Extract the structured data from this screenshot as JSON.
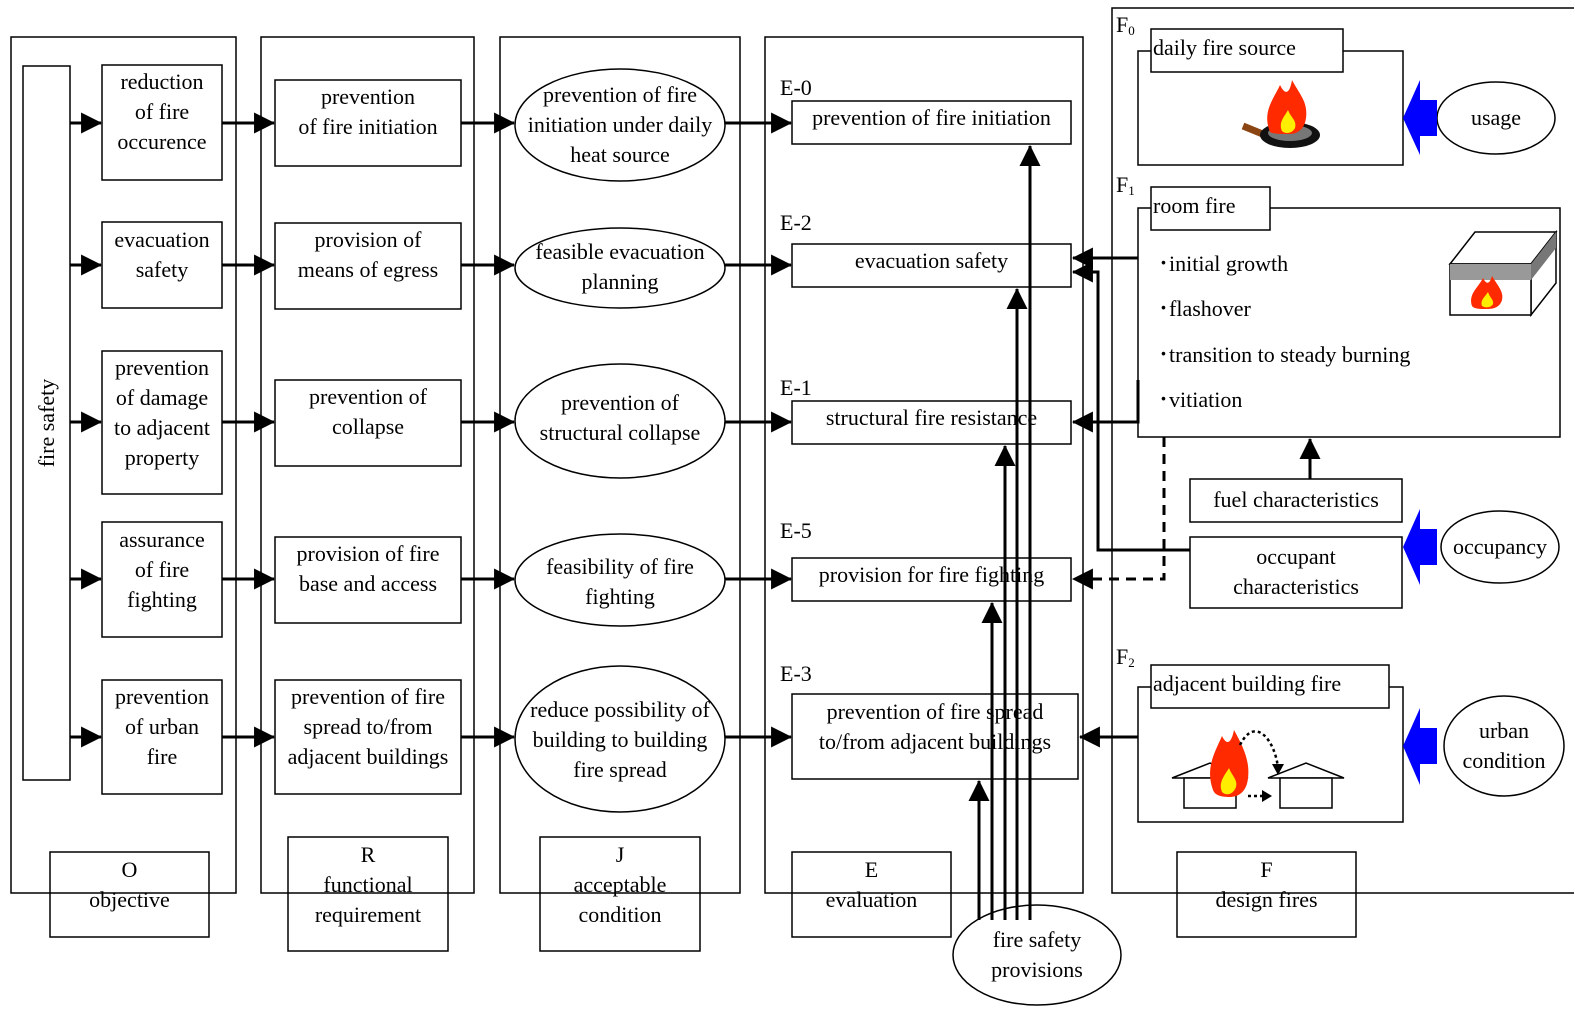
{
  "columns": {
    "O": {
      "letter": "O",
      "title": "objective"
    },
    "R": {
      "letter": "R",
      "title": "functional\nrequirement"
    },
    "J": {
      "letter": "J",
      "title": "acceptable\ncondition"
    },
    "E": {
      "letter": "E",
      "title": "evaluation"
    },
    "F": {
      "letter": "F",
      "title": "design fires"
    }
  },
  "fire_safety": "fire safety",
  "objectives": [
    "reduction\nof fire\noccurence",
    "evacuation\nsafety",
    "prevention\nof damage\nto adjacent\nproperty",
    "assurance\nof fire\nfighting",
    "prevention\nof urban\nfire"
  ],
  "requirements": [
    "prevention\nof fire initiation",
    "provision of\nmeans of egress",
    "prevention of\ncollapse",
    "provision of fire\nbase and access",
    "prevention of fire\nspread to/from\nadjacent buildings"
  ],
  "conditions": [
    "prevention of fire\ninitiation under daily\nheat source",
    "feasible evacuation\nplanning",
    "prevention of\nstructural collapse",
    "feasibility of fire\nfighting",
    "reduce possibility of\nbuilding to building\nfire spread"
  ],
  "evaluations": [
    {
      "code": "E-0",
      "text": "prevention of fire initiation"
    },
    {
      "code": "E-2",
      "text": "evacuation safety"
    },
    {
      "code": "E-1",
      "text": "structural fire resistance"
    },
    {
      "code": "E-5",
      "text": "provision for fire fighting"
    },
    {
      "code": "E-3",
      "text": "prevention of fire spread\nto/from adjacent buildings"
    }
  ],
  "fire_safety_provisions": "fire safety\nprovisions",
  "design_fires": {
    "f0": {
      "label_main": "F",
      "label_sub": "0",
      "title": "daily fire source"
    },
    "f1": {
      "label_main": "F",
      "label_sub": "1",
      "title": "room fire",
      "bullets": [
        "･initial growth",
        "･flashover",
        "･transition to steady burning",
        "･vitiation"
      ]
    },
    "f2": {
      "label_main": "F",
      "label_sub": "2",
      "title": "adjacent building fire"
    }
  },
  "fuel_characteristics": "fuel characteristics",
  "occupant_characteristics": "occupant\ncharacteristics",
  "inputs": {
    "usage": "usage",
    "occupancy": "occupancy",
    "urban_condition": "urban\ncondition"
  },
  "colors": {
    "input_arrow": "#0000ff",
    "flame_outer": "#ff2a00",
    "flame_inner": "#ffee00"
  }
}
